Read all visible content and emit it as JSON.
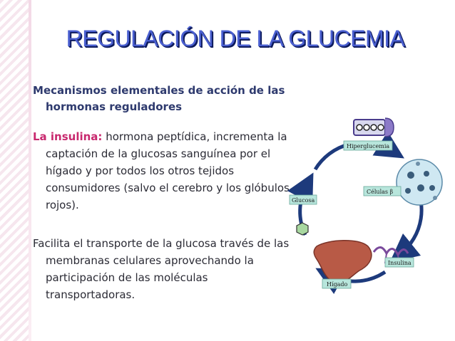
{
  "slide": {
    "title": "REGULACIÓN DE LA GLUCEMIA",
    "mechanisms_first_letter": "M",
    "mechanisms_rest": "ecanismos elementales de acción de las hormonas reguladores",
    "insulin_label": "La insulina:",
    "insulin_text": " hormona peptídica, incrementa la captación de la glucosas sanguínea por el hígado y por todos los otros tejidos consumidores (salvo el cerebro y los glóbulos rojos).",
    "transport_text": "Facilita el transporte de la glucosa través de las membranas celulares aprovechando la participación de las moléculas transportadoras."
  },
  "diagram": {
    "labels": {
      "hyperglycemia": "Hiperglucemia",
      "beta_cells": "Células β",
      "insulin": "Insulina",
      "liver": "Hígado",
      "glucose": "Glucosa"
    },
    "colors": {
      "label_box": "#b8e6dc",
      "cycle_arrow": "#1d3a7c",
      "liver": "#b85a46",
      "pancreas_cells": "#cfe8f2",
      "insulin_molecule": "#7a4a9c",
      "hexagon": "#a8d8a0"
    }
  }
}
